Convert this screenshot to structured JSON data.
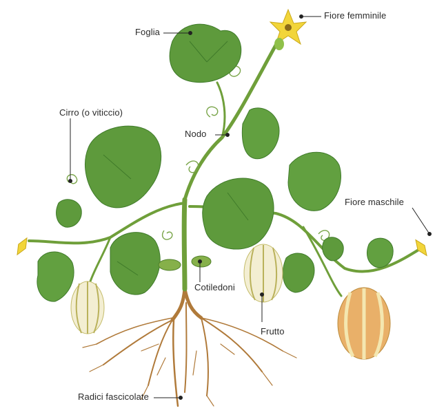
{
  "labels": {
    "foglia": "Foglia",
    "fiore_femminile": "Fiore femminile",
    "cirro": "Cirro (o viticcio)",
    "nodo": "Nodo",
    "fiore_maschile": "Fiore maschile",
    "cotiledoni": "Cotiledoni",
    "frutto": "Frutto",
    "radici": "Radici fascicolate"
  },
  "colors": {
    "leaf": "#5e9a3c",
    "leaf_dark": "#3f7a2a",
    "stem": "#6f9f3a",
    "flower": "#f2d53a",
    "fruit": "#f3eed2",
    "fruit_stripe": "#b9b15a",
    "fruit_orange": "#e9b069",
    "root": "#b07a3a",
    "leader": "#222222"
  }
}
